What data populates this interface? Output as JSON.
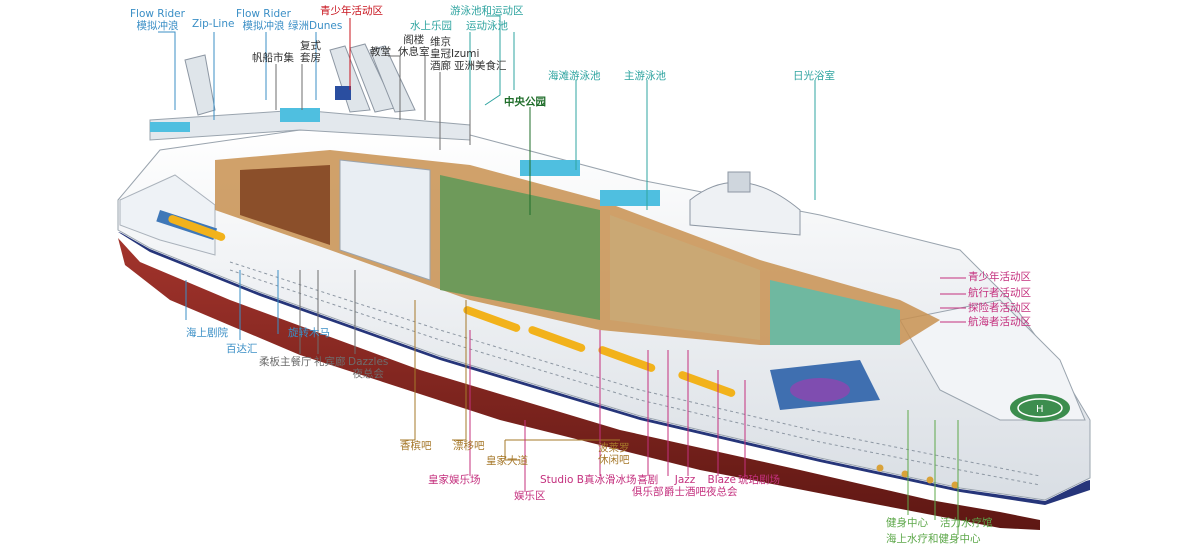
{
  "colors": {
    "blue": "#3b8fc6",
    "gray": "#6d6d6d",
    "red": "#c8141e",
    "green": "#1f6d2a",
    "teal": "#2fa4a0",
    "magenta": "#c4307e",
    "ochre": "#a6782a",
    "lightgreen": "#5da84a",
    "hull": "#7a1e1e",
    "hullband": "#2b3f7a"
  },
  "labels": {
    "flowrider1": "Flow Rider\n模拟冲浪",
    "zipline": "Zip-Line",
    "flowrider2": "Flow Rider\n模拟冲浪",
    "dunes": "绿洲Dunes",
    "youth_top": "青少年活动区",
    "sail_market": "帆船市集",
    "duplex": "复式\n套房",
    "chapel": "教堂",
    "loft_lounge": "阁楼\n休息室",
    "pool_sports": "游泳池和运动区",
    "aqua_park": "水上乐园",
    "sports_pool": "运动泳池",
    "vintages": "维京\n皇冠Izumi\n酒廊",
    "asian": "亚洲美食汇",
    "beach_pool": "海滩游泳池",
    "main_pool": "主游泳池",
    "solarium": "日光浴室",
    "central_park": "中央公园",
    "youth_right": "青少年活动区",
    "navigator": "航行者活动区",
    "explorer": "探险者活动区",
    "voyager": "航海者活动区",
    "aqua_theater": "海上剧院",
    "boardwalk": "百达汇",
    "carousel": "旋转木马",
    "main_dining": "柔板主餐厅",
    "promenade_hall": "礼宾廊",
    "dazzles": "Dazzles\n夜总会",
    "champagne_bar": "香槟吧",
    "drift_bar": "漂移吧",
    "royal_promenade": "皇家大道",
    "bolero": "波莱罗\n休闲吧",
    "casino": "皇家娱乐场",
    "studio_b": "Studio B真冰滑冰场",
    "comedy": "喜剧\n俱乐部",
    "jazz": "Jazz\n爵士酒吧",
    "blaze": "Blaze\n夜总会",
    "amber_theater": "琥珀剧场",
    "entertainment": "娱乐区",
    "fitness": "健身中心",
    "vitality_spa": "活力水疗馆",
    "sea_spa": "海上水疗和健身中心"
  }
}
